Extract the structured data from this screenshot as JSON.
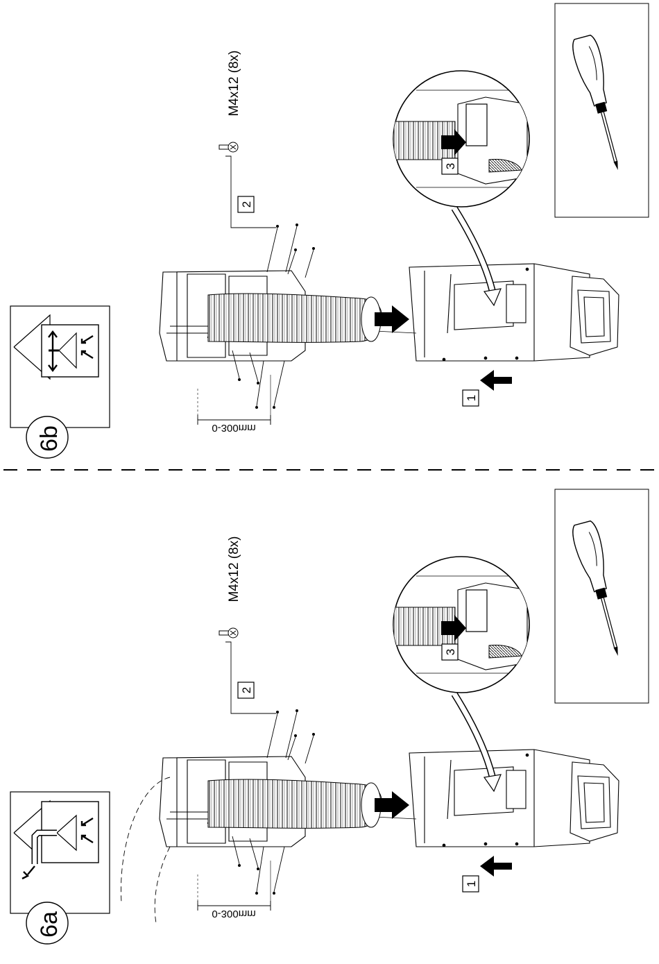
{
  "panels": [
    {
      "step_label": "6b",
      "screw_label": "M4x12 (8x)",
      "callouts": [
        "1",
        "2",
        "3"
      ],
      "length_label": "0-300mm",
      "mode_icon": "recirculation-mode-icon"
    },
    {
      "step_label": "6a",
      "screw_label": "M4x12 (8x)",
      "callouts": [
        "1",
        "2",
        "3"
      ],
      "length_label": "0-300mm",
      "mode_icon": "extraction-mode-icon"
    }
  ],
  "tool_icon": "screwdriver-icon",
  "colors": {
    "ink": "#000000",
    "paper": "#ffffff",
    "accent": "#333333"
  }
}
